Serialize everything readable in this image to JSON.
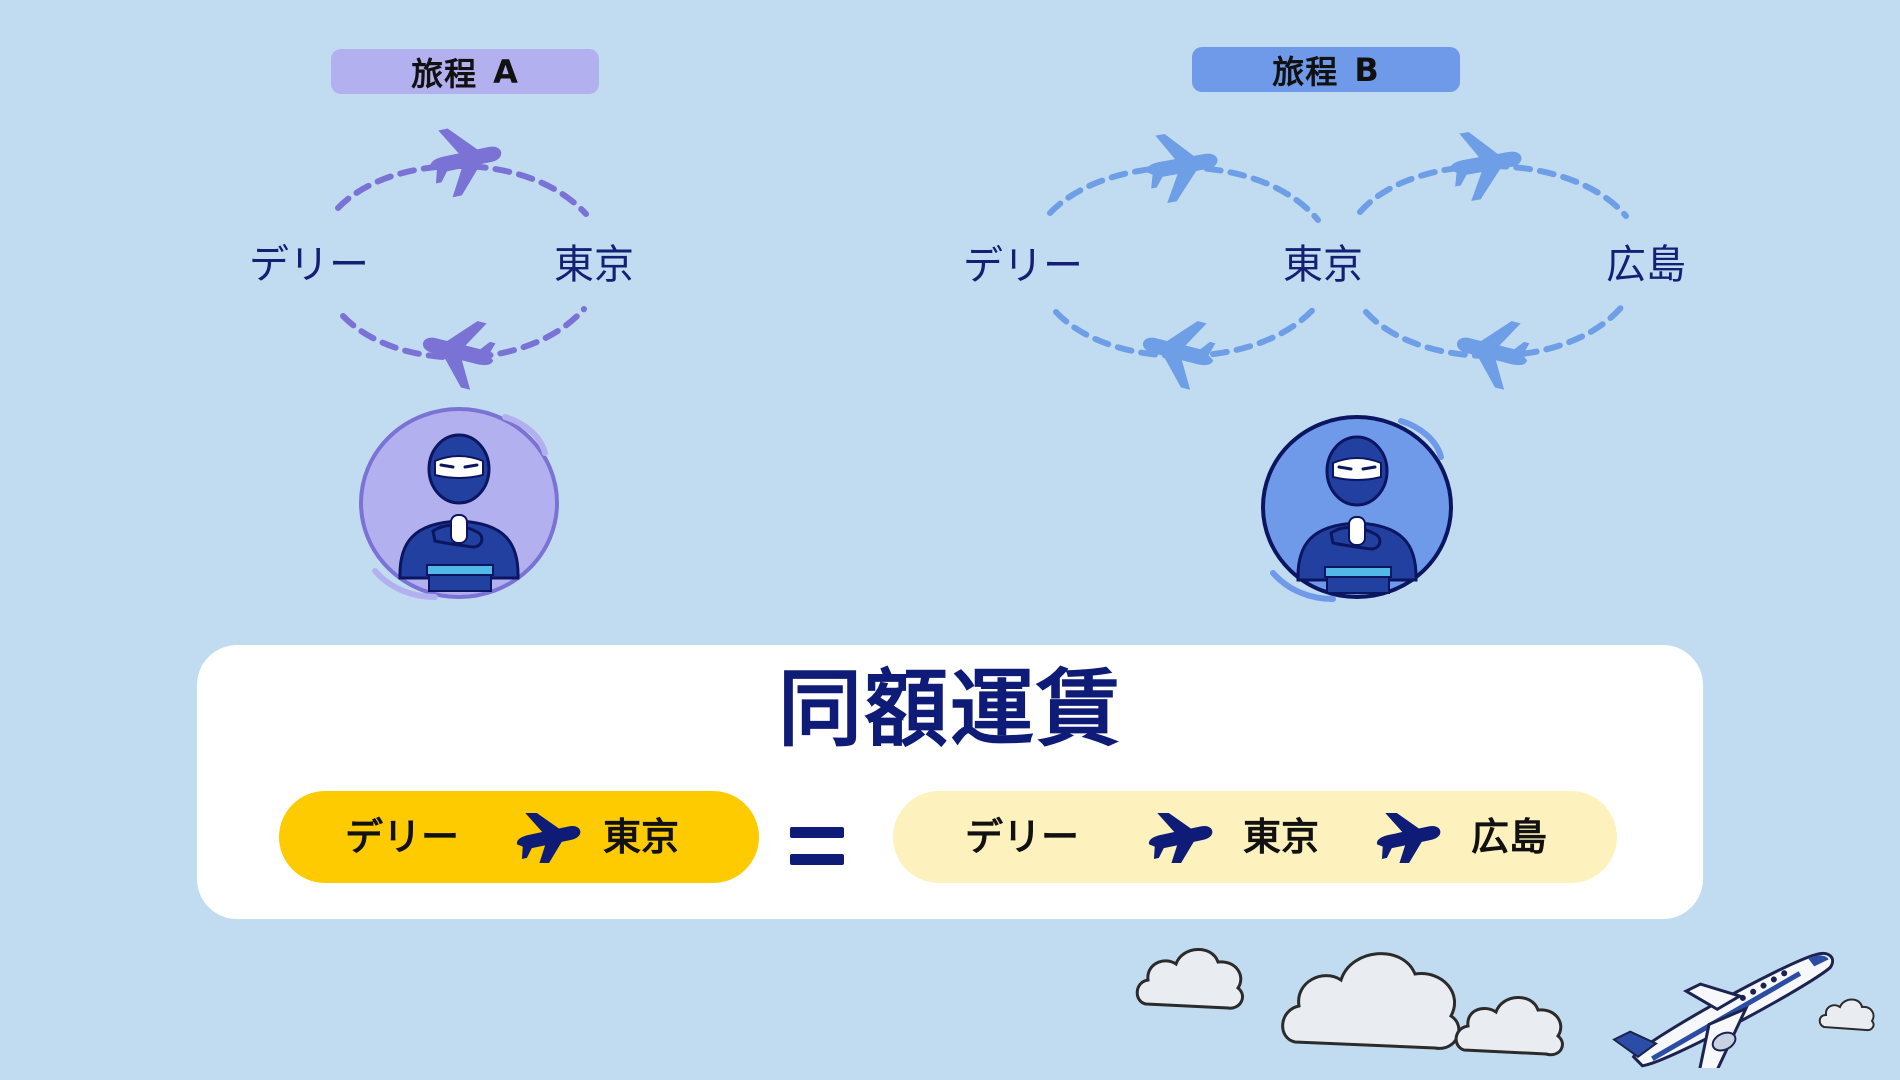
{
  "itinerary_a": {
    "label": "旅程",
    "letter": "A",
    "cities": [
      "デリー",
      "東京"
    ],
    "color": "#b3b0ef",
    "route_color": "#7a72d4"
  },
  "itinerary_b": {
    "label": "旅程",
    "letter": "B",
    "cities": [
      "デリー",
      "東京",
      "広島"
    ],
    "color": "#6f9aea",
    "route_color": "#6e9ee6"
  },
  "fare_card": {
    "title": "同額運賃",
    "route_a": [
      "デリー",
      "東京"
    ],
    "route_b": [
      "デリー",
      "東京",
      "広島"
    ],
    "route_a_color": "#fdcb00",
    "route_b_color": "#fdf1bd"
  },
  "icons": [
    "plane-icon",
    "ninja-traveler-icon",
    "cloud-icon",
    "airliner-icon"
  ]
}
